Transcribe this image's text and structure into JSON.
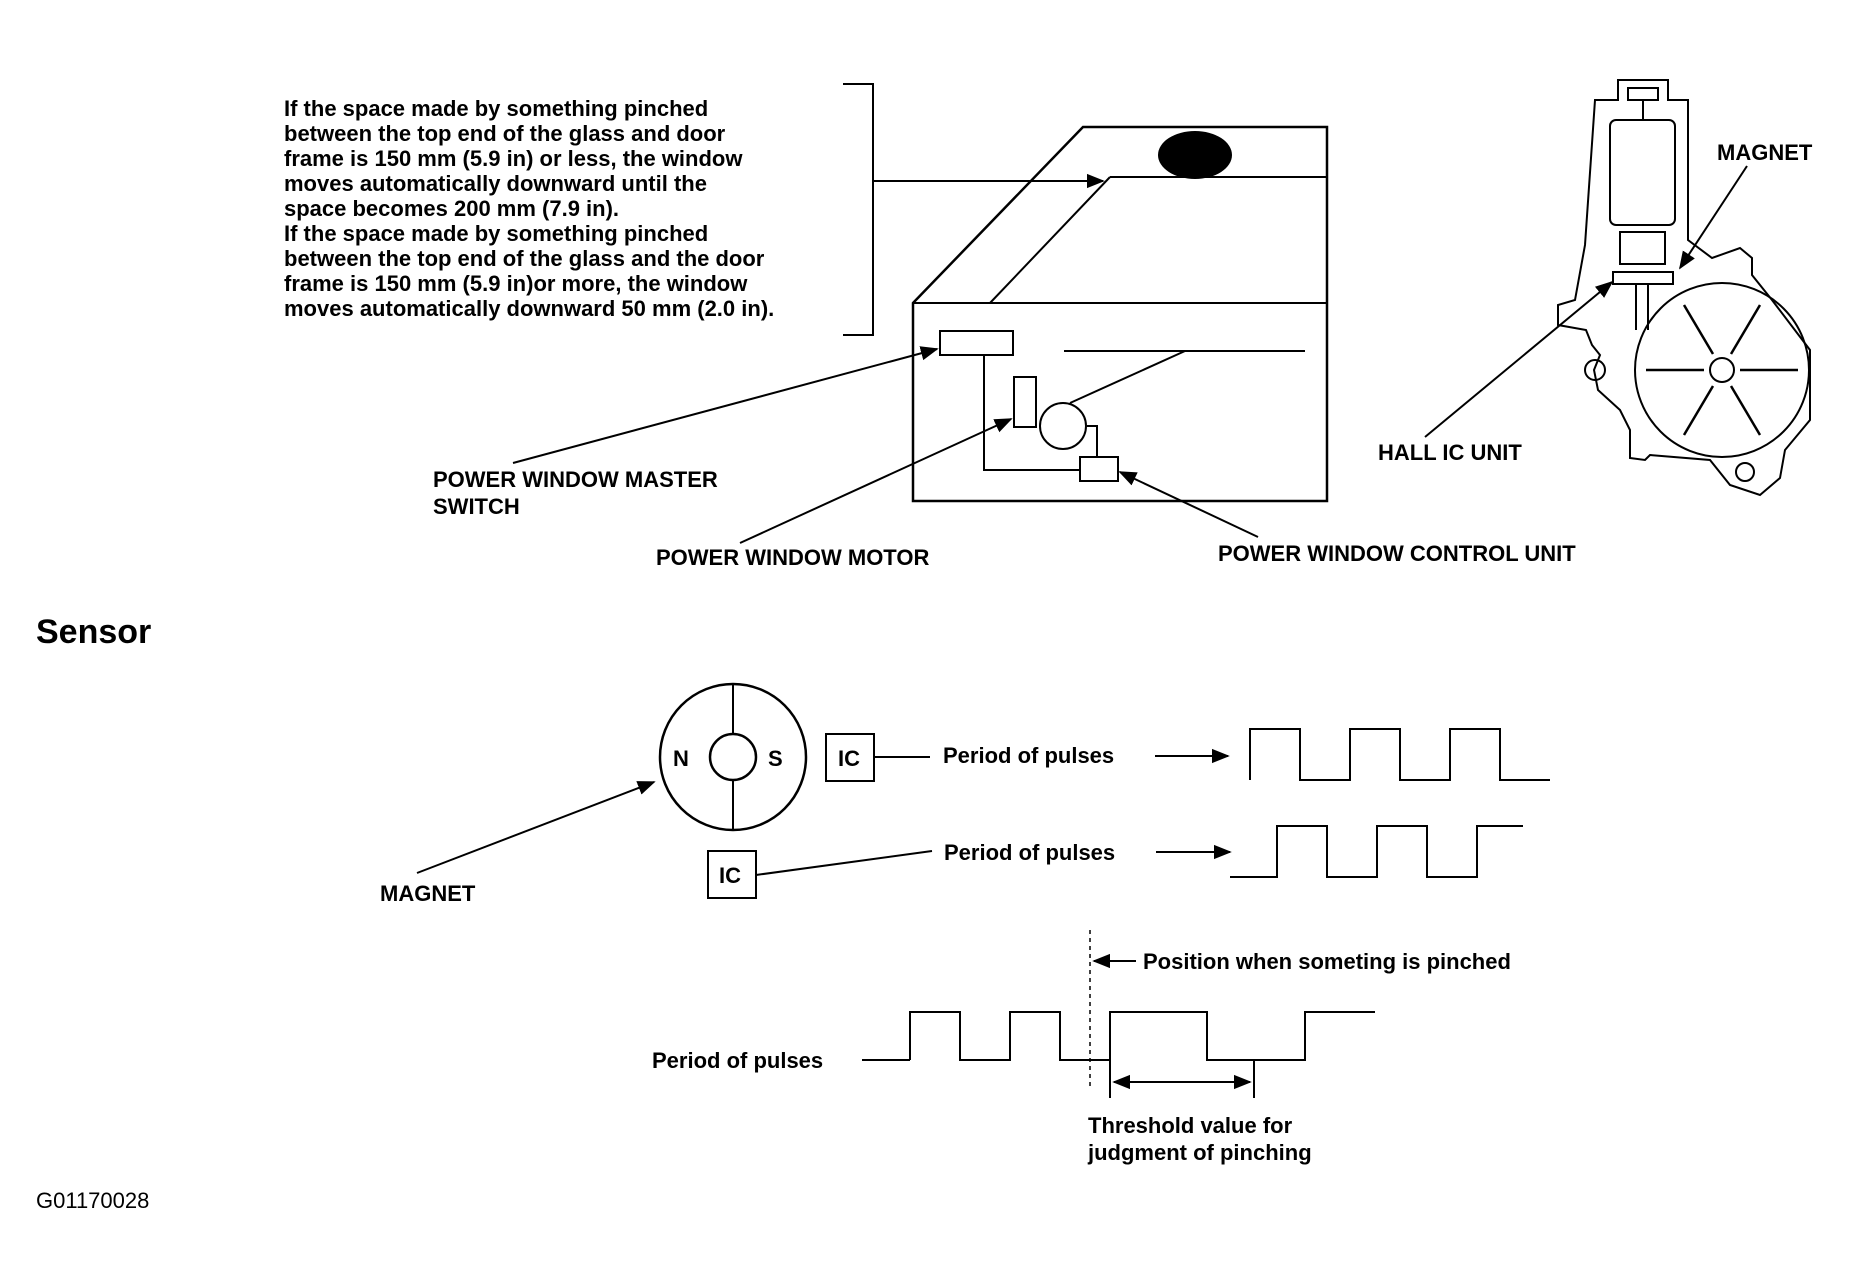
{
  "note": {
    "lines": [
      "If the space made by something pinched",
      "between the top end of the glass and door",
      "frame is 150 mm (5.9 in) or less, the window",
      "moves automatically downward until the",
      "space becomes 200 mm (7.9 in).",
      "If the space made by something pinched",
      "between the top end of the glass and the door",
      "frame is 150 mm (5.9 in)or more, the window",
      "moves automatically downward 50 mm (2.0 in)."
    ]
  },
  "door_labels": {
    "master_switch_line1": "POWER WINDOW MASTER",
    "master_switch_line2": "SWITCH",
    "motor": "POWER WINDOW MOTOR",
    "control_unit": "POWER WINDOW CONTROL UNIT"
  },
  "motor_labels": {
    "magnet": "MAGNET",
    "hall_ic": "HALL IC UNIT"
  },
  "sensor": {
    "heading": "Sensor",
    "pole_n": "N",
    "pole_s": "S",
    "ic1": "IC",
    "ic2": "IC",
    "magnet": "MAGNET",
    "pulse1": "Period of pulses",
    "pulse2": "Period of pulses",
    "pulse3": "Period of pulses",
    "pinched": "Position when someting is pinched",
    "threshold_line1": "Threshold value for",
    "threshold_line2": "judgment of pinching"
  },
  "figure_code": "G01170028"
}
